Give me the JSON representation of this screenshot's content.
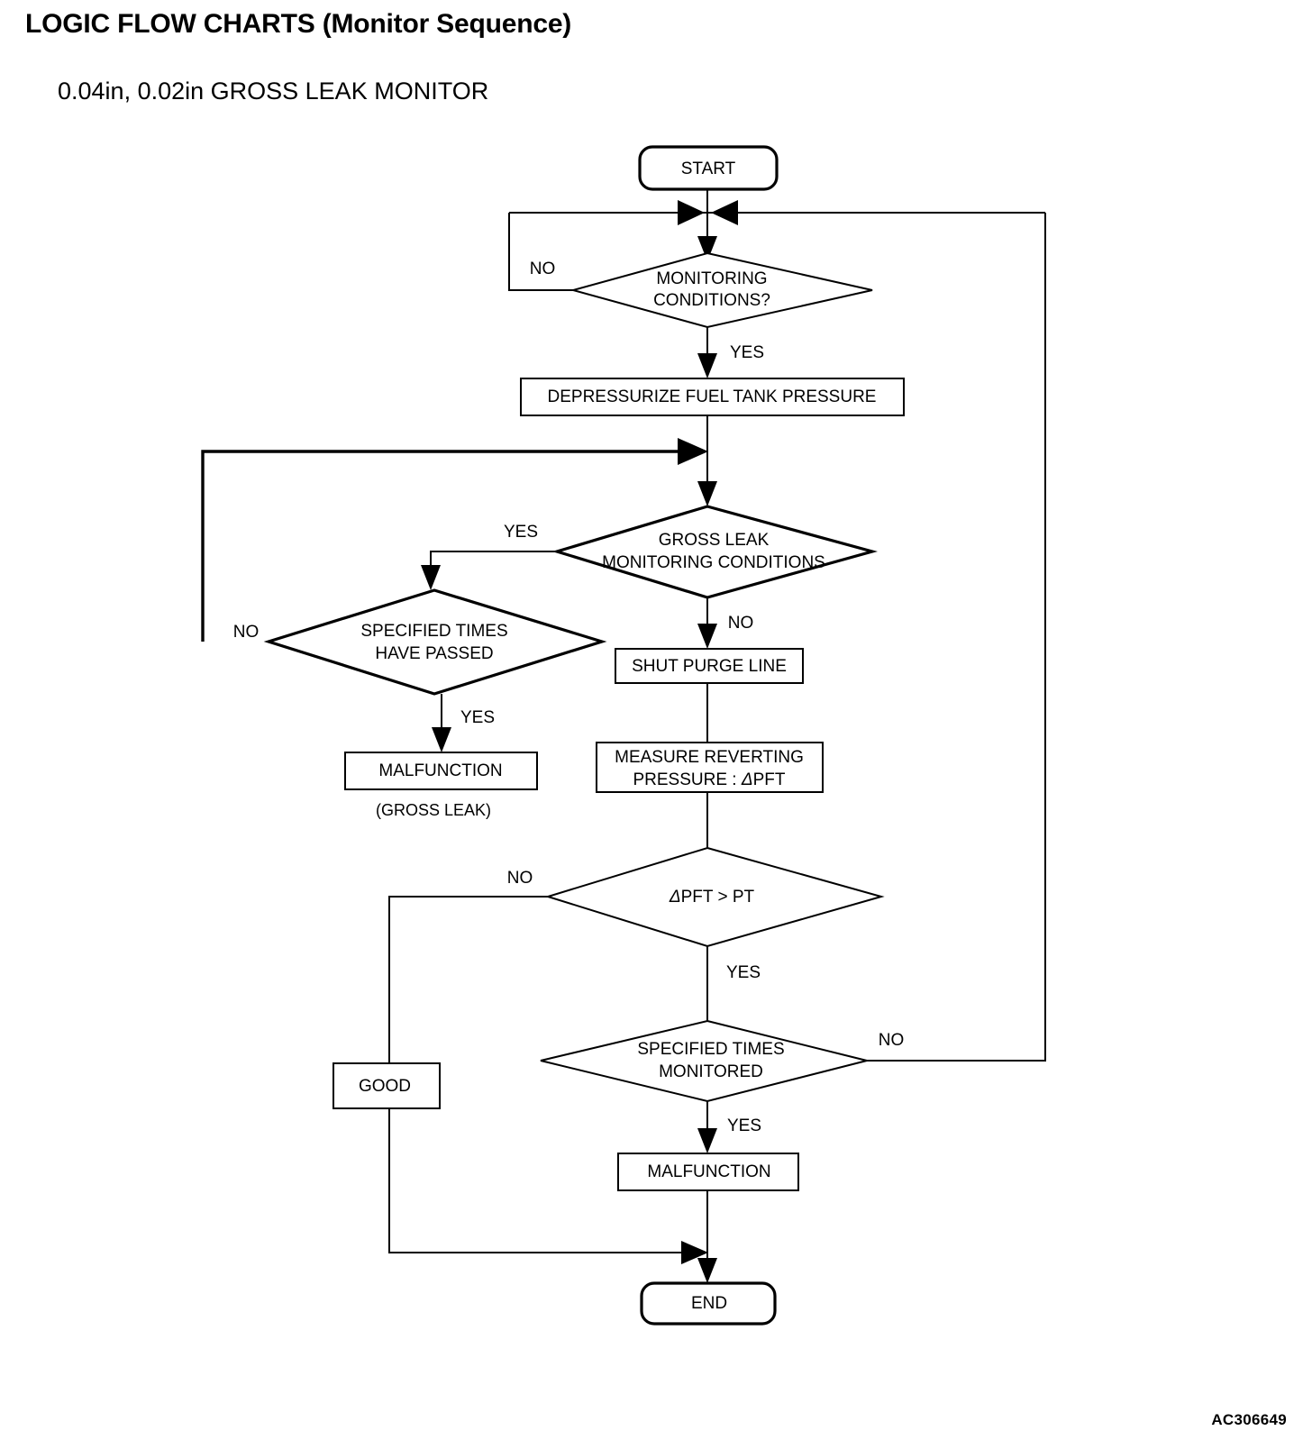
{
  "header": {
    "title": "LOGIC FLOW CHARTS (Monitor Sequence)",
    "subtitle": "0.04in, 0.02in GROSS LEAK MONITOR"
  },
  "figure_id": "AC306649",
  "chart_data": {
    "type": "diagram",
    "title": "0.04in, 0.02in GROSS LEAK MONITOR",
    "nodes": [
      {
        "id": "start",
        "shape": "terminator",
        "text": "START"
      },
      {
        "id": "mon_cond",
        "shape": "decision",
        "line1": "MONITORING",
        "line2": "CONDITIONS?"
      },
      {
        "id": "depressurize",
        "shape": "process",
        "text": "DEPRESSURIZE FUEL TANK PRESSURE"
      },
      {
        "id": "gl_cond",
        "shape": "decision",
        "line1": "GROSS LEAK",
        "line2": "MONITORING CONDITIONS"
      },
      {
        "id": "times_passed",
        "shape": "decision",
        "line1": "SPECIFIED TIMES",
        "line2": "HAVE PASSED"
      },
      {
        "id": "malf_gl",
        "shape": "process",
        "text": "MALFUNCTION"
      },
      {
        "id": "malf_gl_note",
        "shape": "caption",
        "text": "(GROSS LEAK)"
      },
      {
        "id": "shut_purge",
        "shape": "process",
        "text": "SHUT PURGE LINE"
      },
      {
        "id": "measure",
        "shape": "process",
        "line1": "MEASURE REVERTING",
        "line2_pre": "PRESSURE : ",
        "line2_sym": "Δ",
        "line2_post": "PFT"
      },
      {
        "id": "pft_gt_pt",
        "shape": "decision",
        "sym": "Δ",
        "text_post": "PFT > PT"
      },
      {
        "id": "times_mon",
        "shape": "decision",
        "line1": "SPECIFIED TIMES",
        "line2": "MONITORED"
      },
      {
        "id": "good",
        "shape": "process",
        "text": "GOOD"
      },
      {
        "id": "malf_bottom",
        "shape": "process",
        "text": "MALFUNCTION"
      },
      {
        "id": "end",
        "shape": "terminator",
        "text": "END"
      }
    ],
    "edge_labels": {
      "mon_cond_no": "NO",
      "mon_cond_yes": "YES",
      "gl_cond_yes": "YES",
      "gl_cond_no": "NO",
      "times_passed_no": "NO",
      "times_passed_yes": "YES",
      "pft_no": "NO",
      "pft_yes": "YES",
      "times_mon_no": "NO",
      "times_mon_yes": "YES"
    },
    "edges": [
      {
        "from": "start",
        "to": "mon_cond",
        "label": ""
      },
      {
        "from": "mon_cond",
        "to": "mon_cond",
        "label": "NO",
        "note": "loops back above decision"
      },
      {
        "from": "mon_cond",
        "to": "depressurize",
        "label": "YES"
      },
      {
        "from": "depressurize",
        "to": "gl_cond",
        "label": ""
      },
      {
        "from": "gl_cond",
        "to": "times_passed",
        "label": "YES"
      },
      {
        "from": "gl_cond",
        "to": "shut_purge",
        "label": "NO"
      },
      {
        "from": "times_passed",
        "to": "gl_cond",
        "label": "NO",
        "note": "loops back above gross leak decision"
      },
      {
        "from": "times_passed",
        "to": "malf_gl",
        "label": "YES"
      },
      {
        "from": "shut_purge",
        "to": "measure",
        "label": ""
      },
      {
        "from": "measure",
        "to": "pft_gt_pt",
        "label": ""
      },
      {
        "from": "pft_gt_pt",
        "to": "good",
        "label": "NO"
      },
      {
        "from": "pft_gt_pt",
        "to": "times_mon",
        "label": "YES"
      },
      {
        "from": "times_mon",
        "to": "mon_cond",
        "label": "NO",
        "note": "loops back to top join"
      },
      {
        "from": "times_mon",
        "to": "malf_bottom",
        "label": "YES"
      },
      {
        "from": "good",
        "to": "end",
        "label": ""
      },
      {
        "from": "malf_bottom",
        "to": "end",
        "label": ""
      }
    ],
    "colors": {
      "stroke": "#000000",
      "fill": "#ffffff",
      "text": "#000000"
    }
  }
}
